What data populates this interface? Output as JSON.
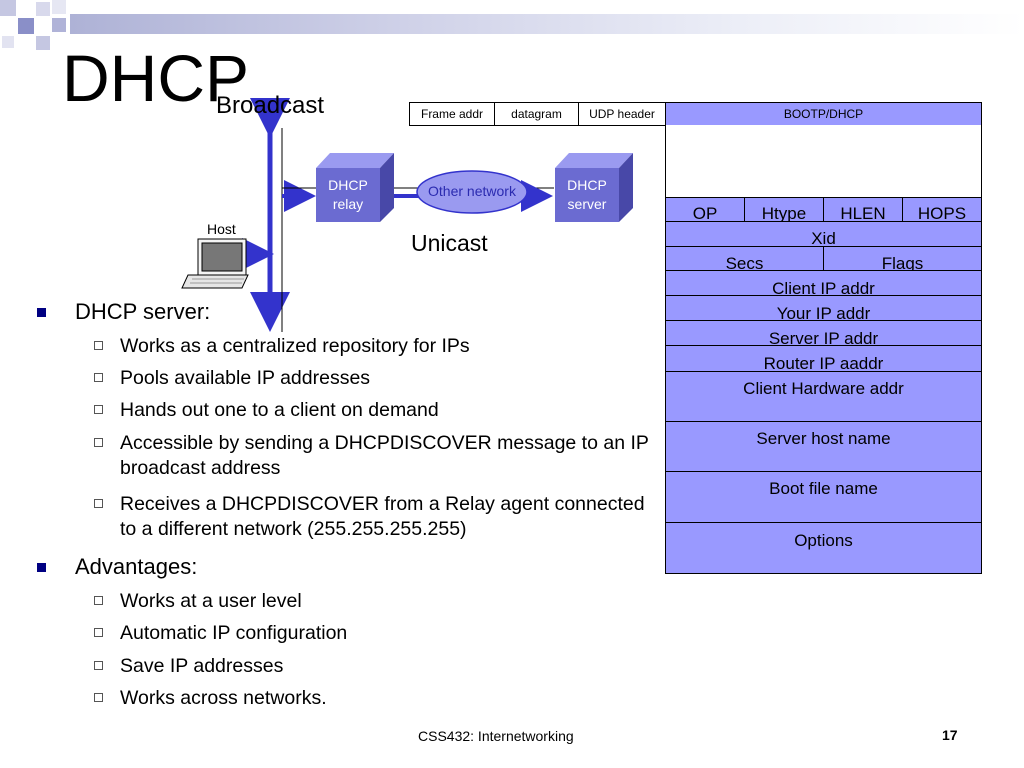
{
  "slide": {
    "title": "DHCP",
    "footer": "CSS432: Internetworking",
    "page_number": "17"
  },
  "diagram": {
    "broadcast_label": "Broadcast",
    "unicast_label": "Unicast",
    "host_label": "Host",
    "relay_label": [
      "DHCP",
      "relay"
    ],
    "server_label": [
      "DHCP",
      "server"
    ],
    "network_label": "Other network"
  },
  "packet_header": [
    "Frame addr",
    "datagram",
    "UDP header",
    "BOOTP/DHCP"
  ],
  "fields": {
    "op": "OP",
    "htype": "Htype",
    "hlen": "HLEN",
    "hops": "HOPS",
    "xid": "Xid",
    "secs": "Secs",
    "flags": "Flags",
    "ciaddr": "Client IP addr",
    "yiaddr": "Your IP addr",
    "siaddr": "Server IP addr",
    "giaddr": "Router IP aaddr",
    "chaddr": "Client Hardware addr",
    "sname": "Server host name",
    "file": "Boot file name",
    "options": "Options"
  },
  "bullets": [
    {
      "text": "DHCP server:",
      "items": [
        "Works as a centralized repository for IPs",
        "Pools available IP addresses",
        "Hands out one to a client on demand",
        "Accessible by sending a DHCPDISCOVER message to an IP broadcast address",
        "Receives a DHCPDISCOVER from a Relay agent connected to a different network (255.255.255.255)"
      ]
    },
    {
      "text": "Advantages:",
      "items": [
        "Works at a user level",
        "Automatic IP configuration",
        "Save IP addresses",
        "Works across networks."
      ]
    }
  ]
}
